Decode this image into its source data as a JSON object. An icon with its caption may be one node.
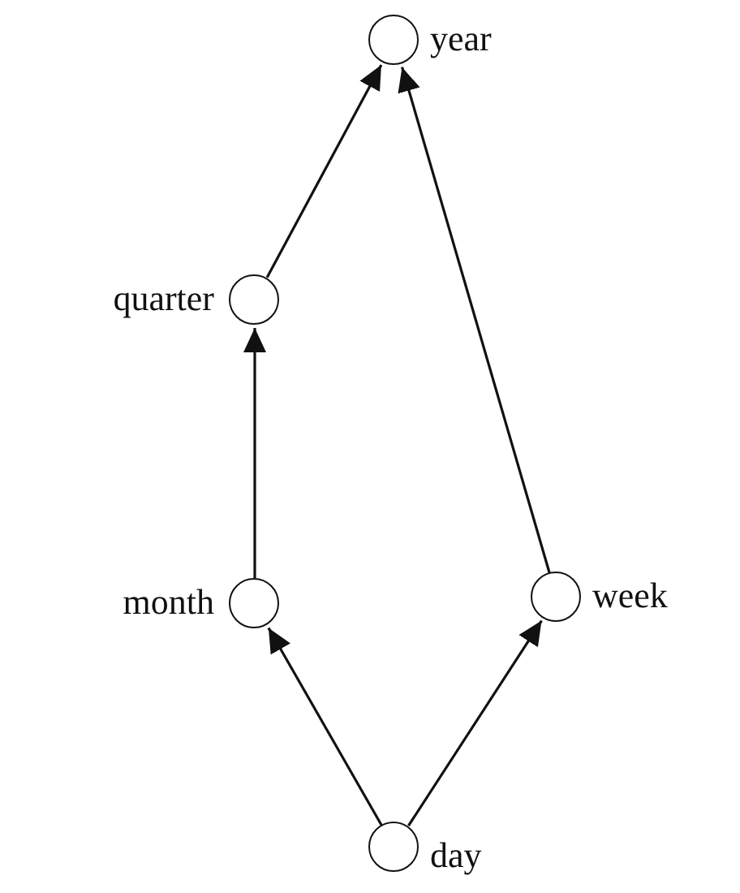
{
  "diagram": {
    "nodes": [
      {
        "text": [],
        "shape": "circle",
        "beside": [
          "year"
        ]
      },
      {
        "text": [],
        "shape": "circle",
        "beside": [
          "quarter"
        ]
      },
      {
        "text": [],
        "shape": "circle",
        "beside": [
          "month"
        ]
      },
      {
        "text": [],
        "shape": "circle",
        "beside": [
          "week"
        ]
      },
      {
        "text": [],
        "shape": "circle",
        "beside": [
          "day"
        ]
      }
    ],
    "edges": [
      {
        "from": 4,
        "to": 2,
        "arrow": "to"
      },
      {
        "from": 4,
        "to": 3,
        "arrow": "to"
      },
      {
        "from": 2,
        "to": 1,
        "arrow": "to"
      },
      {
        "from": 1,
        "to": 0,
        "arrow": "to"
      },
      {
        "from": 3,
        "to": 0,
        "arrow": "to"
      }
    ]
  }
}
